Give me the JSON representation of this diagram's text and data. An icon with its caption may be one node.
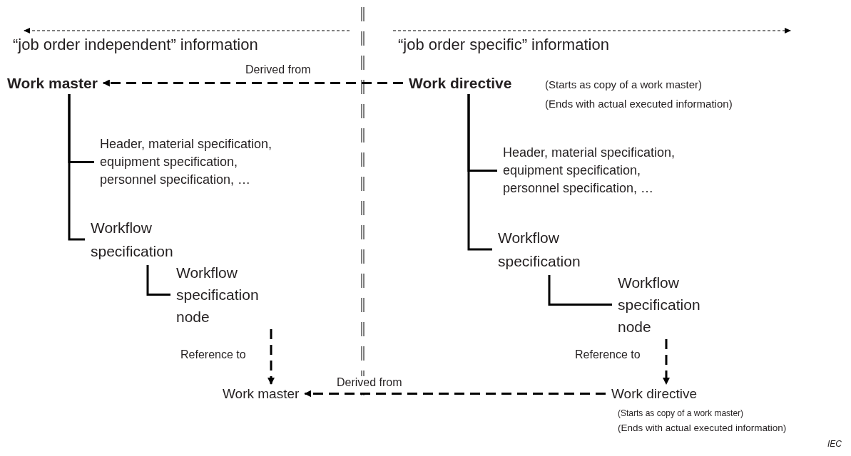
{
  "diagram": {
    "nodes": [
      {
        "text": [
          "Work master"
        ]
      },
      {
        "text": [
          "Header, material specification, equipment specification, personnel specification, …"
        ]
      },
      {
        "text": [
          "Workflow specification"
        ]
      },
      {
        "text": [
          "Workflow specification node"
        ]
      },
      {
        "text": [
          "Work master"
        ]
      },
      {
        "text": [
          "Work directive"
        ],
        "beside": [
          "(Starts as copy of a work master)",
          "(Ends with actual executed information)"
        ]
      },
      {
        "text": [
          "Header, material specification, equipment specification, personnel specification, …"
        ]
      },
      {
        "text": [
          "Workflow specification"
        ]
      },
      {
        "text": [
          "Workflow specification node"
        ]
      },
      {
        "text": [
          "Work directive"
        ],
        "beside": [
          "(Starts as copy of a work master)",
          "(Ends with actual executed information)"
        ]
      }
    ],
    "edges": [
      {
        "from": 5,
        "to": 0,
        "arrow": "to",
        "label": "Derived from",
        "style": "dashed"
      },
      {
        "from": 0,
        "to": 1,
        "arrow": "none"
      },
      {
        "from": 0,
        "to": 2,
        "arrow": "none"
      },
      {
        "from": 2,
        "to": 3,
        "arrow": "none"
      },
      {
        "from": 3,
        "to": 4,
        "arrow": "to",
        "label": "Reference to",
        "style": "dashed"
      },
      {
        "from": 5,
        "to": 6,
        "arrow": "none"
      },
      {
        "from": 5,
        "to": 7,
        "arrow": "none"
      },
      {
        "from": 7,
        "to": 8,
        "arrow": "none"
      },
      {
        "from": 8,
        "to": 9,
        "arrow": "to",
        "label": "Reference to",
        "style": "dashed"
      },
      {
        "from": 9,
        "to": 4,
        "arrow": "to",
        "label": "Derived from",
        "style": "dashed"
      }
    ],
    "labels": [
      "“job order independent” information",
      "“job order specific” information",
      "IEC"
    ]
  }
}
